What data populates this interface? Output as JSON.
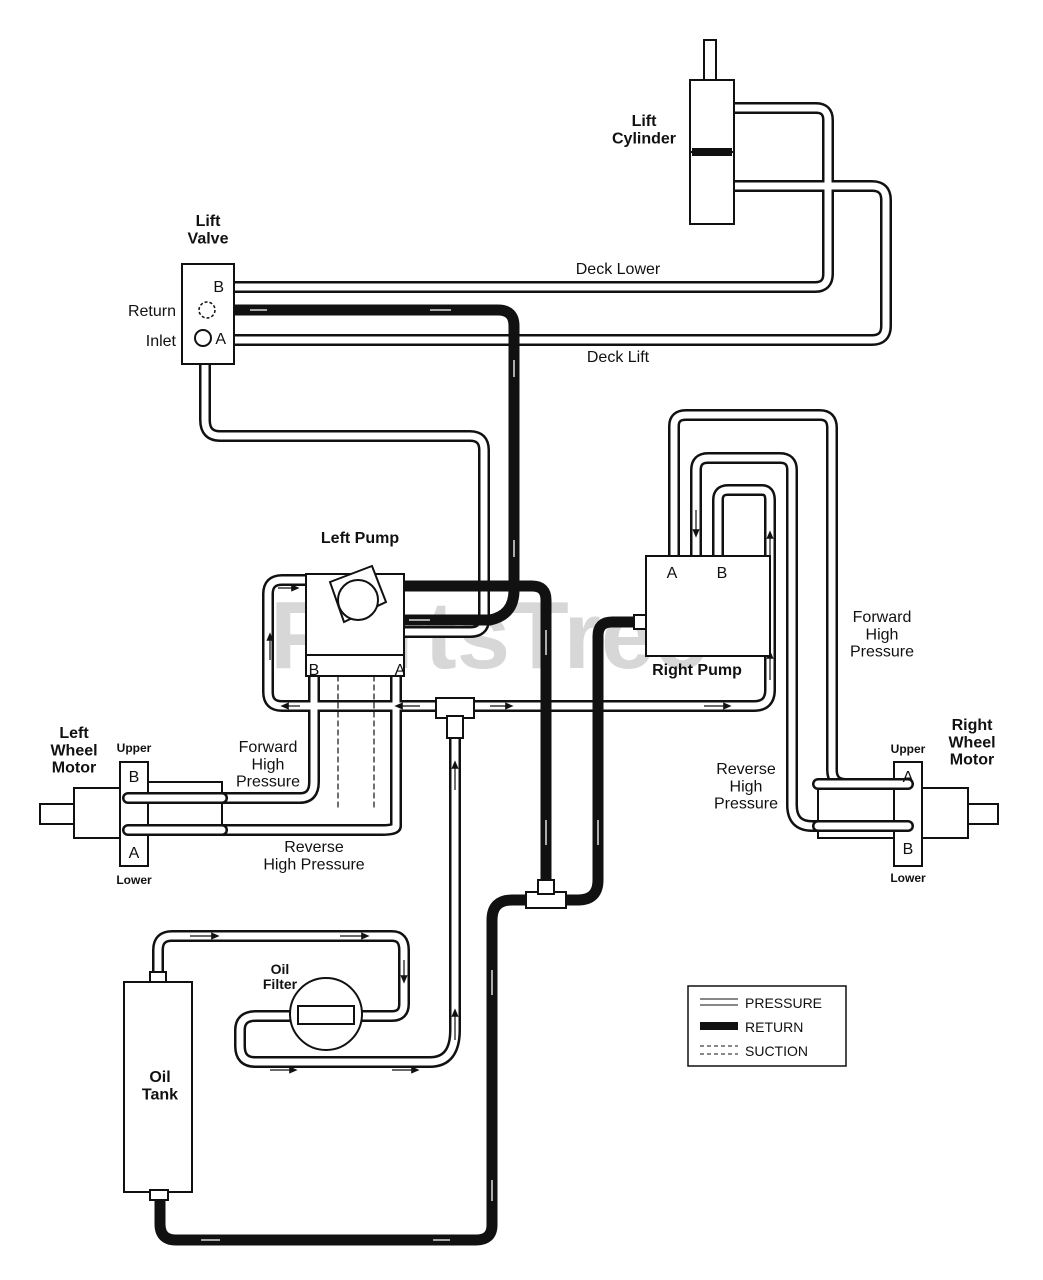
{
  "components": {
    "lift_cylinder": "Lift\nCylinder",
    "lift_valve": "Lift\nValve",
    "left_pump": "Left Pump",
    "right_pump": "Right Pump",
    "left_wheel_motor": "Left\nWheel\nMotor",
    "right_wheel_motor": "Right\nWheel\nMotor",
    "oil_filter": "Oil\nFilter",
    "oil_tank": "Oil\nTank"
  },
  "port_labels": {
    "valve_b": "B",
    "valve_a": "A",
    "return": "Return",
    "inlet": "Inlet",
    "left_pump_b": "B",
    "left_pump_a": "A",
    "right_pump_a": "A",
    "right_pump_b": "B",
    "left_motor_upper": "Upper",
    "left_motor_lower": "Lower",
    "left_motor_b": "B",
    "left_motor_a": "A",
    "right_motor_upper": "Upper",
    "right_motor_lower": "Lower",
    "right_motor_a": "A",
    "right_motor_b": "B"
  },
  "line_labels": {
    "deck_lower": "Deck Lower",
    "deck_lift": "Deck Lift",
    "left_forward": "Forward\nHigh\nPressure",
    "left_reverse": "Reverse\nHigh Pressure",
    "right_forward": "Forward\nHigh\nPressure",
    "right_reverse": "Reverse\nHigh\nPressure"
  },
  "legend": {
    "pressure": "PRESSURE",
    "return": "RETURN",
    "suction": "SUCTION"
  },
  "watermark": "PartsTree",
  "colors": {
    "ink": "#111111",
    "paper": "#ffffff",
    "watermark": "#b8b8b8"
  }
}
